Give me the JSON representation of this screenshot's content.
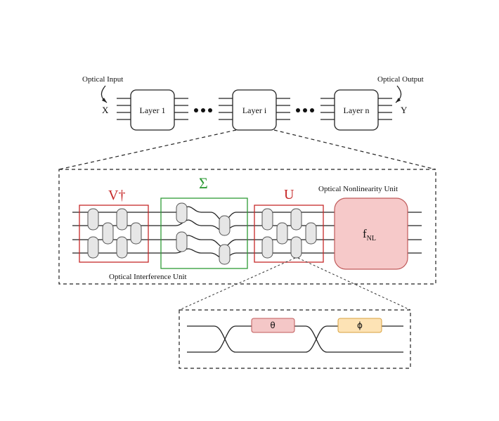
{
  "top": {
    "optical_input": "Optical Input",
    "optical_output": "Optical Output",
    "input_symbol": "X",
    "output_symbol": "Y",
    "layer_1": "Layer 1",
    "layer_i": "Layer i",
    "layer_n": "Layer n"
  },
  "unit": {
    "v_dagger": "V†",
    "sigma": "Σ",
    "u": "U",
    "nonlinearity_title": "Optical Nonlinearity Unit",
    "f_main": "f",
    "f_sub": "NL",
    "interference_title": "Optical Interference Unit"
  },
  "mzi": {
    "theta": "θ",
    "phi": "ϕ"
  },
  "colors": {
    "red": "#c62828",
    "green": "#2e9b36",
    "theta_fill": "#f4c7c7",
    "phi_fill": "#fde3b5",
    "nl_fill": "#f6c9c9"
  }
}
